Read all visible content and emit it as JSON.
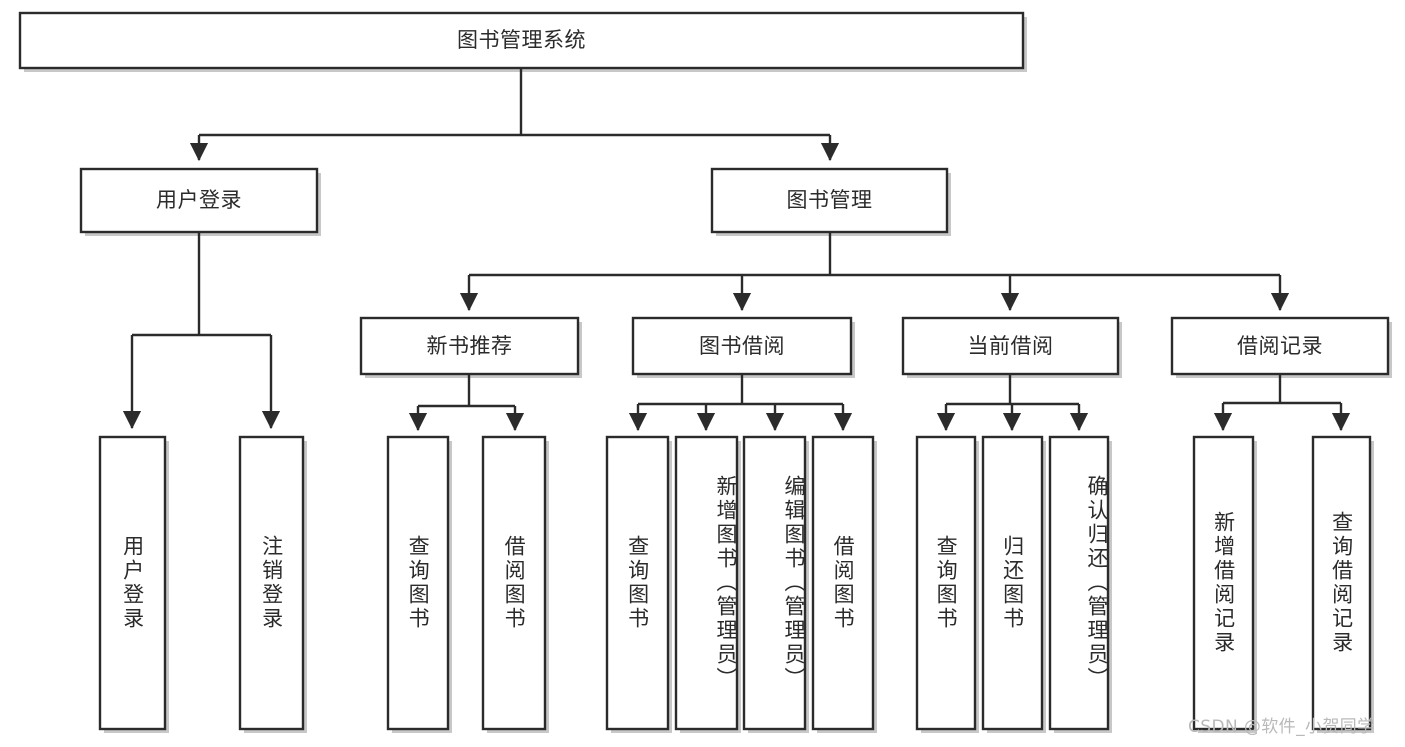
{
  "diagram": {
    "type": "tree",
    "title": "图书管理系统",
    "orientation": "top-down",
    "colors": {
      "background": "#ffffff",
      "box_stroke": "#2b2b2b",
      "box_fill": "#ffffff",
      "connector": "#2b2b2b",
      "watermark": "#b9b9b9"
    },
    "root": {
      "label": "图书管理系统"
    },
    "level2": [
      {
        "label": "用户登录"
      },
      {
        "label": "图书管理"
      }
    ],
    "level3": [
      {
        "label": "新书推荐"
      },
      {
        "label": "图书借阅"
      },
      {
        "label": "当前借阅"
      },
      {
        "label": "借阅记录"
      }
    ],
    "leaves": {
      "user_login": [
        {
          "label": "用户登录"
        },
        {
          "label": "注销登录"
        }
      ],
      "new_book_recommend": [
        {
          "label": "查询图书"
        },
        {
          "label": "借阅图书"
        }
      ],
      "book_borrow": [
        {
          "label": "查询图书"
        },
        {
          "label": "新增图书（管理员）"
        },
        {
          "label": "编辑图书（管理员）"
        },
        {
          "label": "借阅图书"
        }
      ],
      "current_borrow": [
        {
          "label": "查询图书"
        },
        {
          "label": "归还图书"
        },
        {
          "label": "确认归还（管理员）"
        }
      ],
      "borrow_record": [
        {
          "label": "新增借阅记录"
        },
        {
          "label": "查询借阅记录"
        }
      ]
    },
    "watermark": "CSDN @软件_小贺同学"
  }
}
